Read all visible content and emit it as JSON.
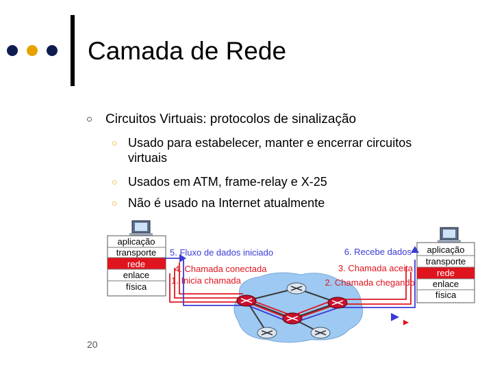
{
  "slide": {
    "title": "Camada de Rede",
    "bullet_main": "Circuitos Virtuais: protocolos de sinalização",
    "sub_bullets": [
      "Usado para estabelecer, manter e encerrar circuitos virtuais",
      "Usados em ATM, frame-relay e X-25",
      "Não é usado na Internet atualmente"
    ],
    "page_number": "20"
  },
  "diagram": {
    "left_stack": [
      "aplicação",
      "transporte",
      "rede",
      "enlace",
      "física"
    ],
    "right_stack": [
      "aplicação",
      "transporte",
      "rede",
      "enlace",
      "física"
    ],
    "left_steps": [
      "5. Fluxo de dados iniciado",
      "4. Chamada conectada",
      "1. Inicia chamada"
    ],
    "right_steps": [
      "6. Recebe dados",
      "3. Chamada aceita",
      "2. Chamada chegando"
    ]
  },
  "colors": {
    "dot_dark": "#0d1b4f",
    "dot_mid": "#e6a200",
    "dot_dark2": "#0d1b4f",
    "highlight_layer": "#e0141e",
    "network_cloud": "#9dc9f2",
    "router": "#c8102e",
    "data_arrow": "#3b3bd6"
  }
}
